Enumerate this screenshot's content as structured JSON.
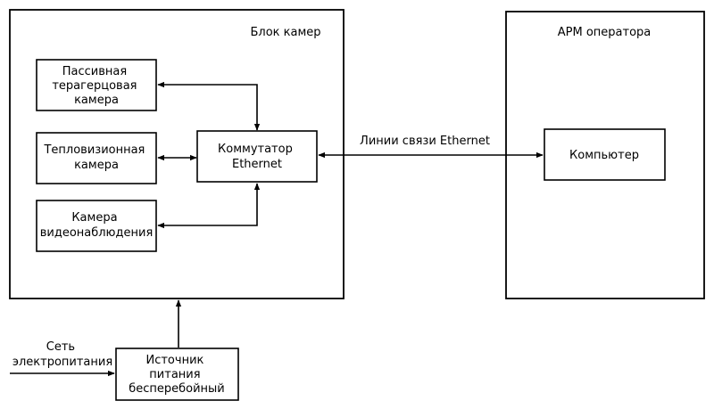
{
  "diagram": {
    "containers": {
      "camera_block": "Блок камер",
      "operator_workstation": "АРМ оператора"
    },
    "nodes": {
      "passive_thz_camera": [
        "Пассивная",
        "терагерцовая",
        "камера"
      ],
      "thermal_camera": [
        "Тепловизионная",
        "камера"
      ],
      "surveillance_camera": [
        "Камера",
        "видеонаблюдения"
      ],
      "ethernet_switch": [
        "Коммутатор",
        "Ethernet"
      ],
      "computer": [
        "Компьютер"
      ],
      "ups": [
        "Источник",
        "питания",
        "бесперебойный"
      ]
    },
    "labels": {
      "ethernet_links": "Линии связи Ethernet",
      "power_grid": [
        "Сеть",
        "электропитания"
      ]
    },
    "edges": [
      {
        "from": "ethernet_switch",
        "to": "passive_thz_camera",
        "direction": "both"
      },
      {
        "from": "ethernet_switch",
        "to": "thermal_camera",
        "direction": "both"
      },
      {
        "from": "ethernet_switch",
        "to": "surveillance_camera",
        "direction": "both"
      },
      {
        "from": "ethernet_switch",
        "to": "computer",
        "direction": "both"
      },
      {
        "from": "ups",
        "to": "camera_block",
        "direction": "forward"
      },
      {
        "from": "power_grid",
        "to": "ups",
        "direction": "forward"
      }
    ],
    "colors": {
      "stroke": "#000000",
      "background": "#ffffff"
    }
  }
}
